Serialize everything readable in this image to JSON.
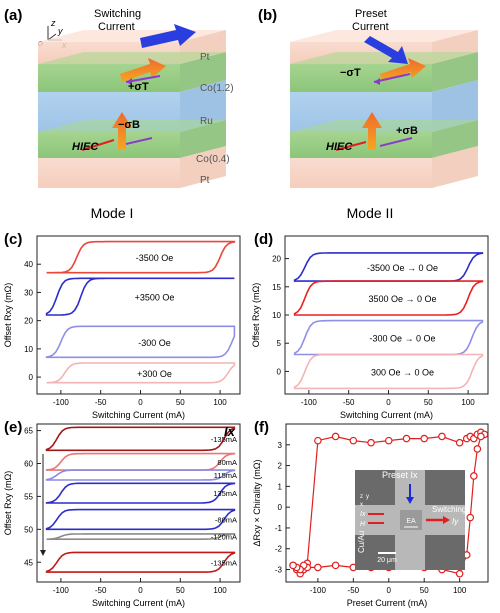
{
  "panels": {
    "a": {
      "letter": "(a)",
      "current_label_1": "Switching",
      "current_label_2": "Current",
      "layer_pt_top": "Pt",
      "layer_co_top": "Co",
      "co_top_thickness": "(1.2)",
      "layer_ru": "Ru",
      "layer_co_bottom": "Co",
      "co_bottom_thickness": "(0.4)",
      "layer_pt_bottom": "Pt",
      "sigma_t": "+σT",
      "sigma_b": "−σB",
      "h_iec": "HIEC",
      "mode": "Mode I",
      "axis_z": "z",
      "axis_y": "y",
      "axis_x": "x",
      "axis_o": "o"
    },
    "b": {
      "letter": "(b)",
      "current_label_1": "Preset",
      "current_label_2": "Current",
      "sigma_t": "−σT",
      "sigma_b": "+σB",
      "h_iec": "HIEC",
      "mode": "Mode II"
    },
    "f_inset": {
      "preset": "Preset Ix",
      "switching": "Switching",
      "iy": "Iy",
      "cu_au": "Cu/Au",
      "ea": "EA",
      "scale": "20 μm",
      "ix": "Ix",
      "h": "H",
      "axis_z": "z",
      "axis_y": "y",
      "axis_x": "x"
    }
  },
  "chart_data": [
    {
      "panel": "(c)",
      "type": "line",
      "xlabel": "Switching Current (mA)",
      "ylabel": "Offset Rxy (mΩ)",
      "xlim": [
        -130,
        125
      ],
      "ylim": [
        -6,
        50
      ],
      "xticks": [
        -100,
        -50,
        0,
        50,
        100
      ],
      "yticks": [
        0,
        10,
        20,
        30,
        40
      ],
      "series": [
        {
          "name": "-3500 Oe",
          "color": "#e8473a",
          "low": 37,
          "high": 48,
          "up_switch": -80,
          "down_switch": 100
        },
        {
          "name": "+3500 Oe",
          "color": "#2c2ccc",
          "low": 22,
          "high": 35,
          "up_switch": -105,
          "down_switch": -75
        },
        {
          "name": "-300 Oe",
          "color": "#8f8fe6",
          "low": 7,
          "high": 18,
          "up_switch": -100,
          "down_switch": 115
        },
        {
          "name": "+300 Oe",
          "color": "#f2b4b4",
          "low": -2,
          "high": 5,
          "up_switch": 110,
          "down_switch": -95
        }
      ]
    },
    {
      "panel": "(d)",
      "type": "line",
      "xlabel": "Switching Current (mA)",
      "ylabel": "Offset Rxy (mΩ)",
      "xlim": [
        -130,
        125
      ],
      "ylim": [
        -4,
        24
      ],
      "xticks": [
        -100,
        -50,
        0,
        50,
        100
      ],
      "yticks": [
        0,
        5,
        10,
        15,
        20
      ],
      "series": [
        {
          "name": "-3500 Oe → 0 Oe",
          "color": "#2c2ccc",
          "low": 16,
          "high": 21,
          "up_switch": -105,
          "down_switch": 100
        },
        {
          "name": "3500 Oe → 0 Oe",
          "color": "#e82020",
          "low": 10,
          "high": 16,
          "up_switch": 100,
          "down_switch": -105
        },
        {
          "name": "-300 Oe → 0 Oe",
          "color": "#8f8fe6",
          "low": 3,
          "high": 9,
          "up_switch": -105,
          "down_switch": 105
        },
        {
          "name": "300 Oe → 0 Oe",
          "color": "#f2b4b4",
          "low": -3,
          "high": 3,
          "up_switch": 105,
          "down_switch": -105
        }
      ]
    },
    {
      "panel": "(e)",
      "type": "line",
      "annotation": "Ix",
      "xlabel": "Switching Current (mA)",
      "ylabel": "Offset Rxy (mΩ)",
      "xlim": [
        -130,
        125
      ],
      "ylim": [
        42,
        66
      ],
      "xticks": [
        -100,
        -50,
        0,
        50,
        100
      ],
      "yticks": [
        45,
        50,
        55,
        60,
        65
      ],
      "series": [
        {
          "name": "-135mA",
          "color": "#a01818",
          "low": 62,
          "high": 65.5
        },
        {
          "name": "80mA",
          "color": "#e87878",
          "low": 59,
          "high": 61.5
        },
        {
          "name": "115mA",
          "color": "#8a8ae0",
          "low": 57.5,
          "high": 59
        },
        {
          "name": "135mA",
          "color": "#2c2ccc",
          "low": 54,
          "high": 57
        },
        {
          "name": "-80mA",
          "color": "#2c2ccc",
          "low": 50,
          "high": 53
        },
        {
          "name": "-120mA",
          "color": "#8a8a8a",
          "low": 48.5,
          "high": 49.3
        },
        {
          "name": "-135mA",
          "color": "#c41818",
          "low": 43.5,
          "high": 46.5
        }
      ]
    },
    {
      "panel": "(f)",
      "type": "scatter",
      "xlabel": "Preset Current (mA)",
      "ylabel": "ΔRxy × Chirality (mΩ)",
      "xlim": [
        -145,
        140
      ],
      "ylim": [
        -3.6,
        4.0
      ],
      "xticks": [
        -100,
        -50,
        0,
        50,
        100
      ],
      "yticks": [
        -3,
        -2,
        -1,
        0,
        1,
        2,
        3
      ],
      "color": "#e02020",
      "x": [
        -135,
        -130,
        -125,
        -120,
        -115,
        -100,
        -75,
        -50,
        -25,
        0,
        25,
        50,
        75,
        100,
        110,
        115,
        120,
        125,
        130,
        135,
        130,
        125,
        120,
        115,
        110,
        100,
        75,
        50,
        25,
        0,
        -25,
        -50,
        -75,
        -100,
        -115,
        -120,
        -125,
        -130,
        -135
      ],
      "y": [
        -2.8,
        -3.0,
        -3.2,
        -3.0,
        -2.7,
        3.2,
        3.4,
        3.2,
        3.1,
        3.2,
        3.3,
        3.3,
        3.4,
        3.1,
        3.3,
        3.4,
        3.3,
        3.5,
        3.6,
        3.5,
        3.4,
        2.8,
        1.5,
        -0.5,
        -2.3,
        -3.2,
        -3.0,
        -2.9,
        -2.8,
        -2.9,
        -2.9,
        -2.9,
        -2.8,
        -2.9,
        -2.9,
        -2.8,
        -3.0,
        -2.9,
        -2.8
      ]
    }
  ]
}
